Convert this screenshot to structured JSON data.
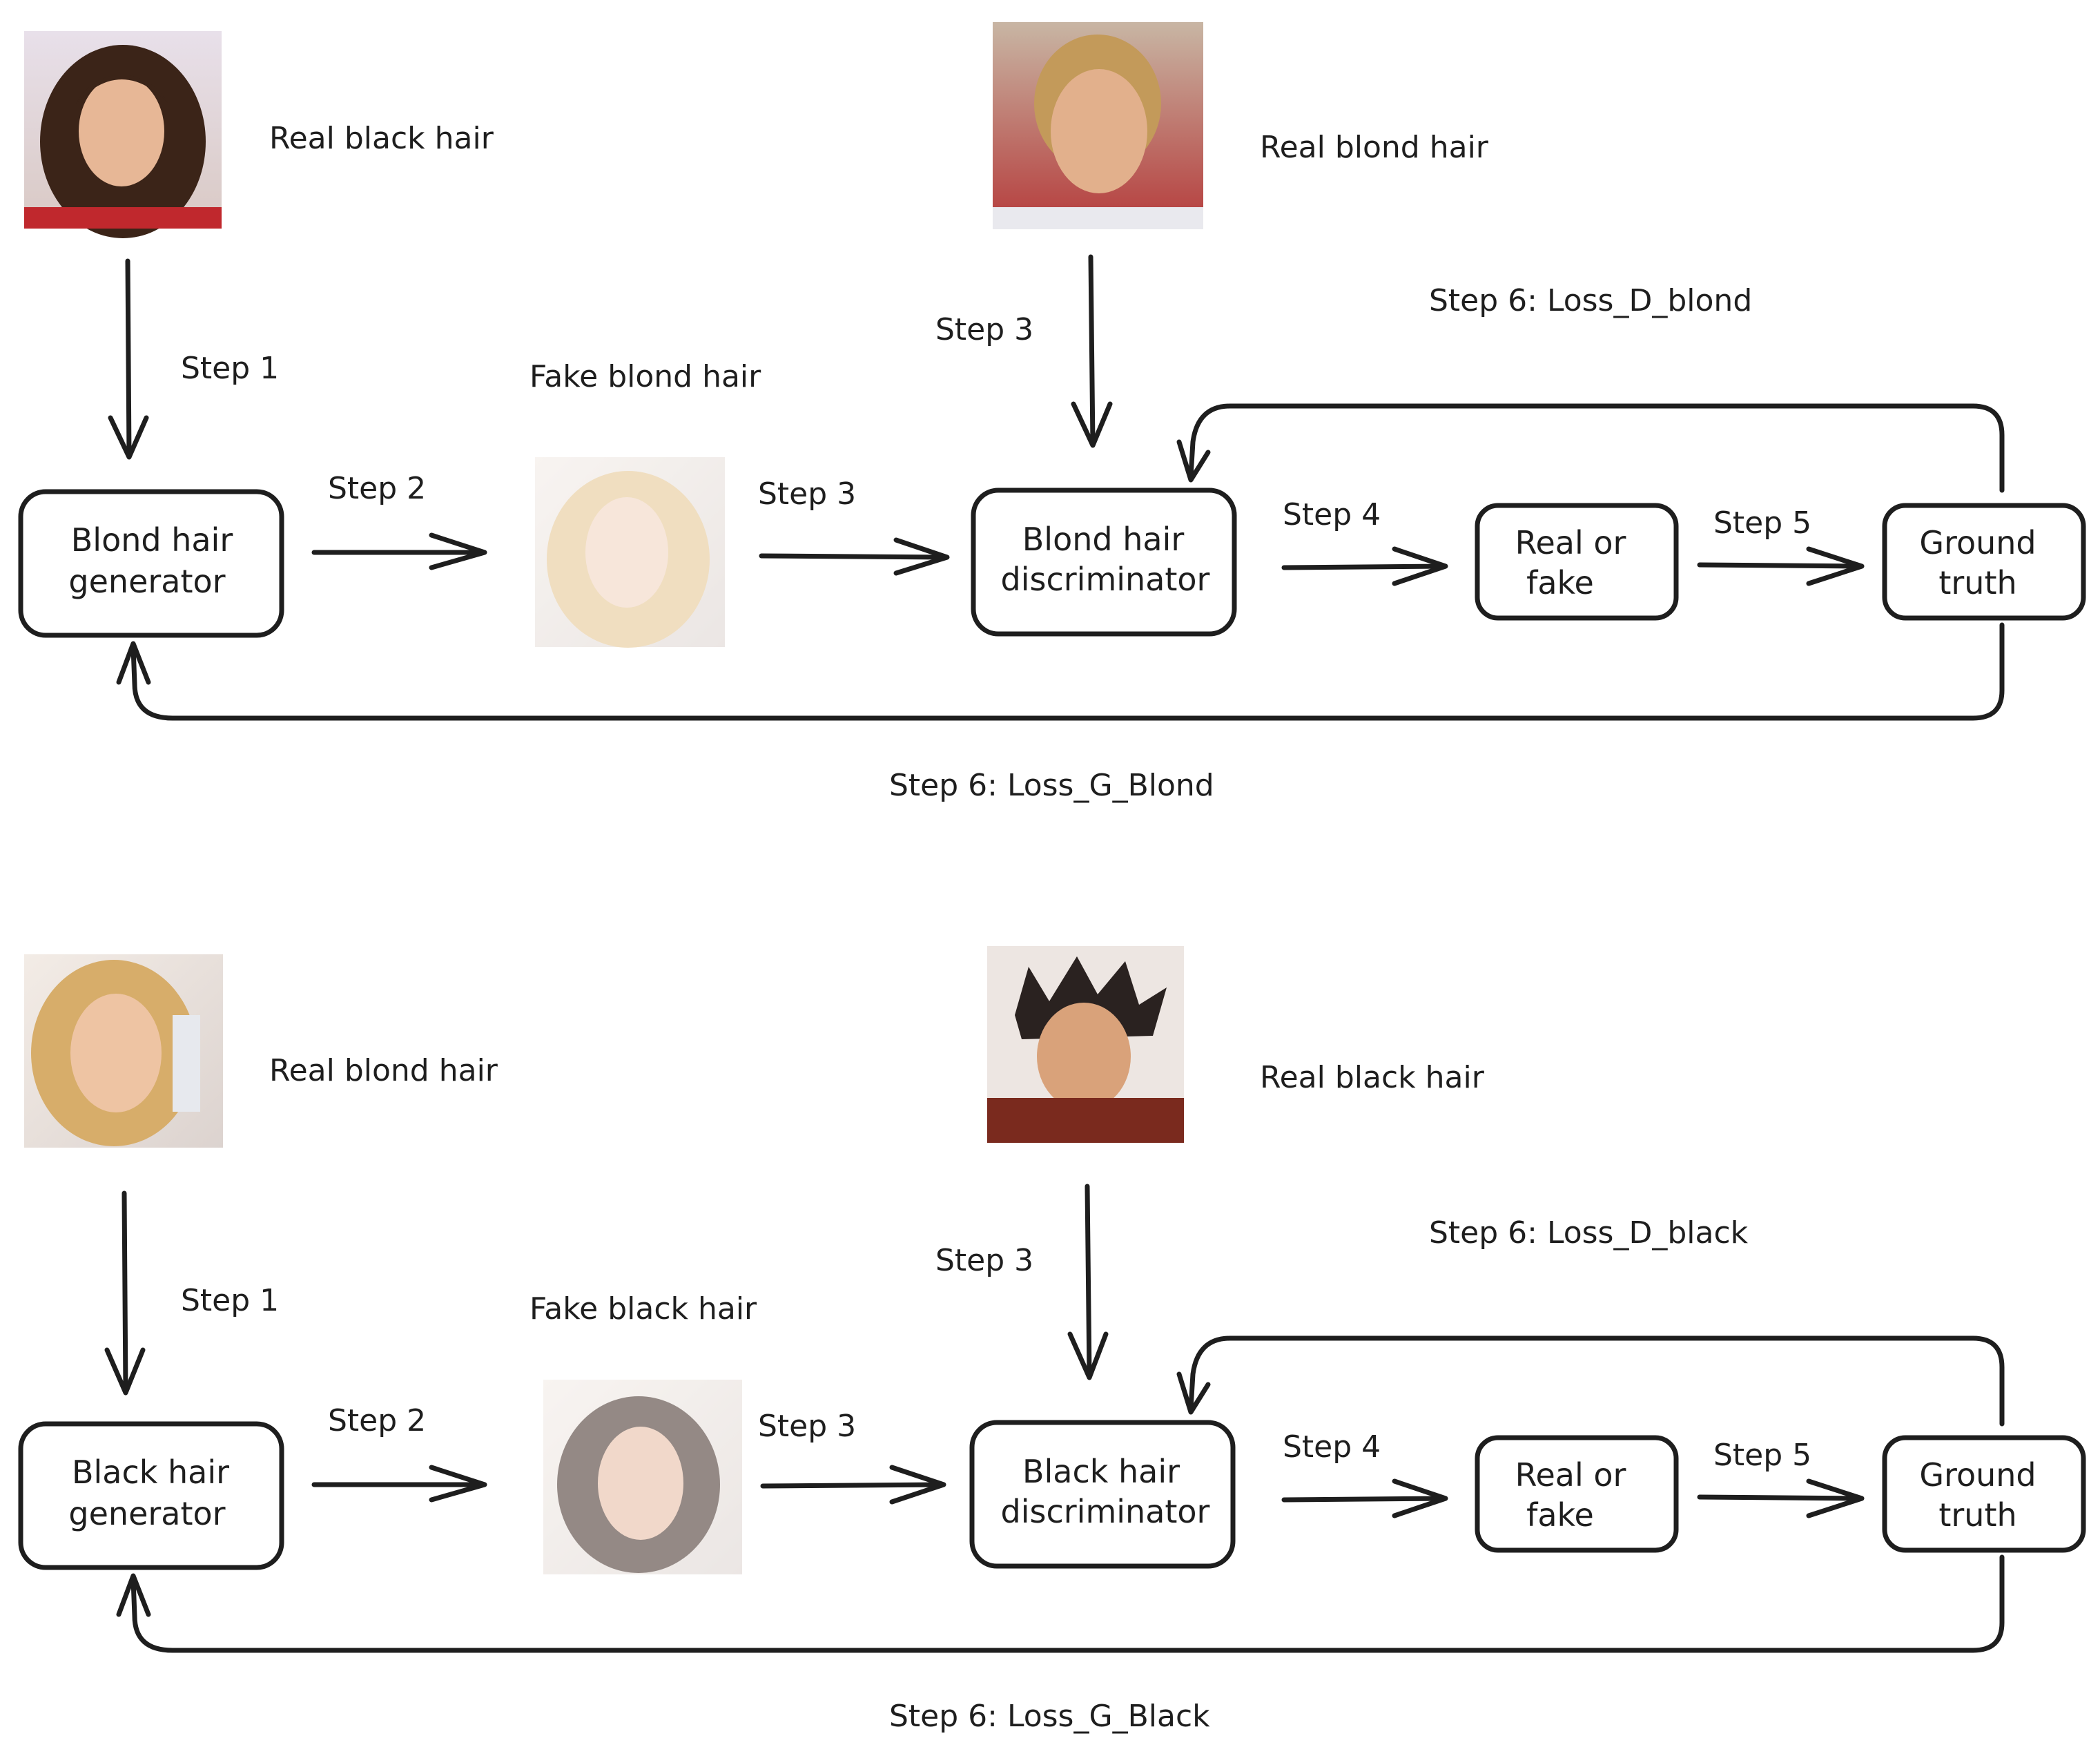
{
  "top": {
    "input_real_label": "Real black hair",
    "disc_real_label": "Real blond hair",
    "fake_label": "Fake blond hair",
    "generator": [
      "Blond hair",
      "generator"
    ],
    "discriminator": [
      "Blond hair",
      "discriminator"
    ],
    "real_or_fake": [
      "Real or",
      "fake"
    ],
    "ground_truth": [
      "Ground",
      "truth"
    ],
    "step1": "Step 1",
    "step2": "Step 2",
    "step3_fake": "Step 3",
    "step3_real": "Step 3",
    "step4": "Step 4",
    "step5": "Step 5",
    "loss_d": "Step 6: Loss_D_blond",
    "loss_g": "Step 6: Loss_G_Blond"
  },
  "bottom": {
    "input_real_label": "Real blond hair",
    "disc_real_label": "Real black hair",
    "fake_label": "Fake black hair",
    "generator": [
      "Black hair",
      "generator"
    ],
    "discriminator": [
      "Black hair",
      "discriminator"
    ],
    "real_or_fake": [
      "Real or",
      "fake"
    ],
    "ground_truth": [
      "Ground",
      "truth"
    ],
    "step1": "Step 1",
    "step2": "Step 2",
    "step3_fake": "Step 3",
    "step3_real": "Step 3",
    "step4": "Step 4",
    "step5": "Step 5",
    "loss_d": "Step 6: Loss_D_black",
    "loss_g": "Step 6: Loss_G_Black"
  },
  "photos": {
    "top_input": "face-photo-dark-hair-woman",
    "top_real": "face-photo-blond-hair-man",
    "top_fake": "face-photo-generated-blond-woman",
    "bottom_input": "face-photo-blond-hair-woman",
    "bottom_real": "face-photo-dark-hair-boy",
    "bottom_fake": "face-photo-generated-dark-woman"
  },
  "colors": {
    "ink": "#1e1e1e",
    "background": "#ffffff"
  }
}
